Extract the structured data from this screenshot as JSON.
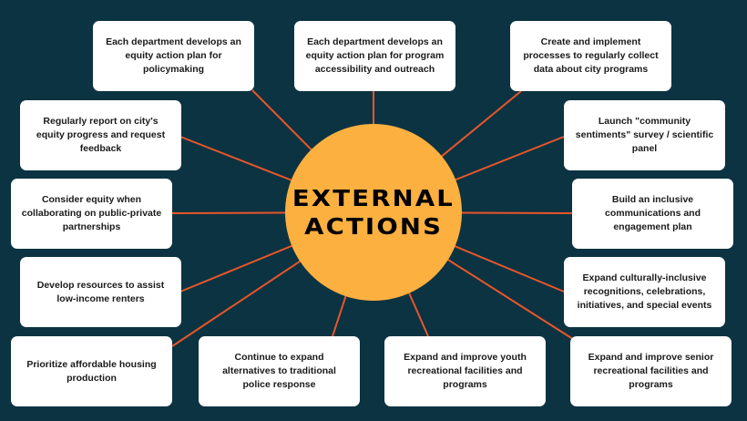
{
  "center": {
    "line1": "EXTERNAL",
    "line2": "ACTIONS"
  },
  "colors": {
    "background": "#0c3341",
    "circle": "#fbb040",
    "connector": "#e8562a",
    "box": "#ffffff"
  },
  "actions": [
    "Each department develops an equity action plan for policymaking",
    "Each department develops an equity action plan for program accessibility and outreach",
    "Create and implement processes to regularly collect data about city programs",
    "Regularly report on city's equity progress and request feedback",
    "Launch \"community sentiments\" survey / scientific panel",
    "Consider equity when collaborating on public-private partnerships",
    "Build an inclusive communications and engagement plan",
    "Develop resources to assist low-income renters",
    "Expand culturally-inclusive recognitions, celebrations, initiatives, and special events",
    "Prioritize affordable housing production",
    "Continue to expand alternatives to traditional police response",
    "Expand and improve youth recreational facilities and programs",
    "Expand and improve senior recreational facilities and programs"
  ]
}
